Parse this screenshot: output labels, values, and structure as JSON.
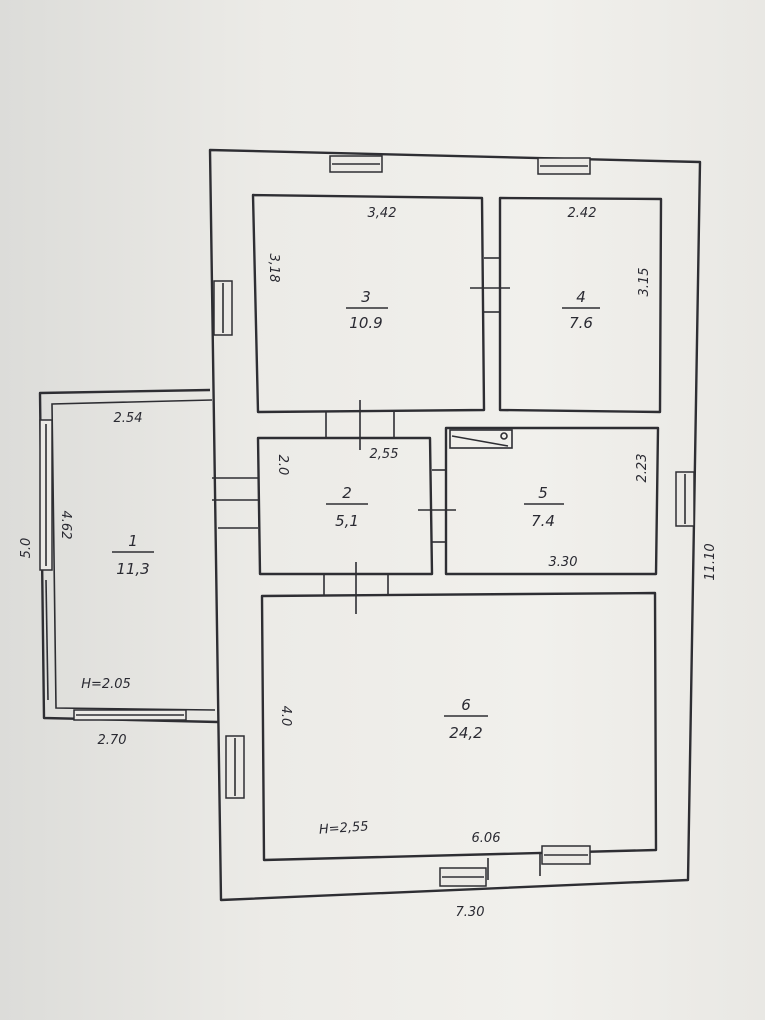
{
  "plan": {
    "overall": {
      "width": "7.30",
      "length": "11.10"
    },
    "rooms": [
      {
        "number": "1",
        "area": "11,3",
        "dims": [
          "2.54",
          "4.62",
          "2.70"
        ],
        "height": "H=2.05"
      },
      {
        "number": "2",
        "area": "5,1",
        "dims": [
          "2,55",
          "2.0"
        ]
      },
      {
        "number": "3",
        "area": "10.9",
        "dims": [
          "3,42",
          "3,18"
        ]
      },
      {
        "number": "4",
        "area": "7.6",
        "dims": [
          "2.42",
          "3.15"
        ]
      },
      {
        "number": "5",
        "area": "7.4",
        "dims": [
          "3.30",
          "2.23"
        ]
      },
      {
        "number": "6",
        "area": "24,2",
        "dims": [
          "6.06",
          "4.0"
        ],
        "height": "H=2,55"
      }
    ],
    "extra_dims": [
      "5.0"
    ]
  },
  "colors": {
    "ink": "#2e2e33",
    "paper": "#eceae6"
  }
}
